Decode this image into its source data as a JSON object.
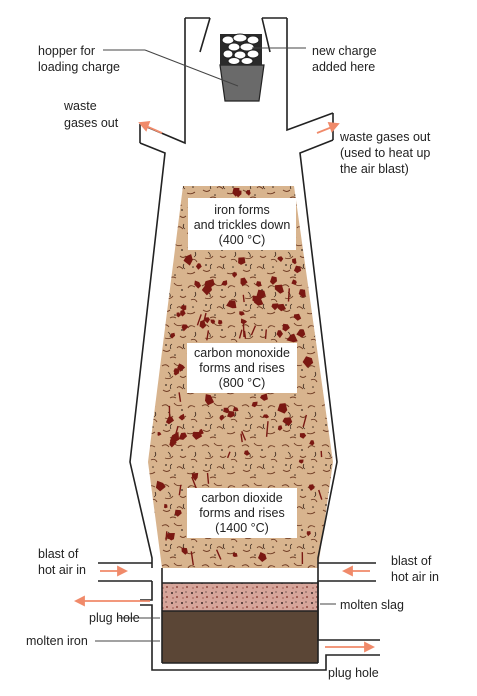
{
  "title": "",
  "labels": {
    "hopper": [
      "hopper for",
      "loading charge"
    ],
    "new_charge": [
      "new charge",
      "added here"
    ],
    "waste_left": [
      "waste",
      "gases out"
    ],
    "waste_right": [
      "waste gases out",
      "(used to heat up",
      "the air blast)"
    ],
    "blast_left": [
      "blast of",
      "hot air in"
    ],
    "blast_right": [
      "blast of",
      "hot air in"
    ],
    "plug_hole_top": "plug hole",
    "molten_slag": "molten slag",
    "molten_iron": "molten iron",
    "plug_hole_bottom": "plug hole"
  },
  "zones": [
    {
      "name": "zone-iron",
      "lines": [
        "iron forms",
        "and trickles down",
        "(400 °C)"
      ]
    },
    {
      "name": "zone-carbon-monoxide",
      "lines": [
        "carbon monoxide",
        "forms and rises",
        "(800 °C)"
      ]
    },
    {
      "name": "zone-carbon-dioxide",
      "lines": [
        "carbon dioxide",
        "forms and rises",
        "(1400 °C)"
      ]
    }
  ],
  "colors": {
    "outline": "#222222",
    "charge": "#d8b48e",
    "charge_dark": "#7a1812",
    "arrow": "#f08a6a",
    "slag": "#d6a59a",
    "iron": "#5b4636",
    "hopper": "#6a6a6a",
    "leader": "#444444"
  }
}
